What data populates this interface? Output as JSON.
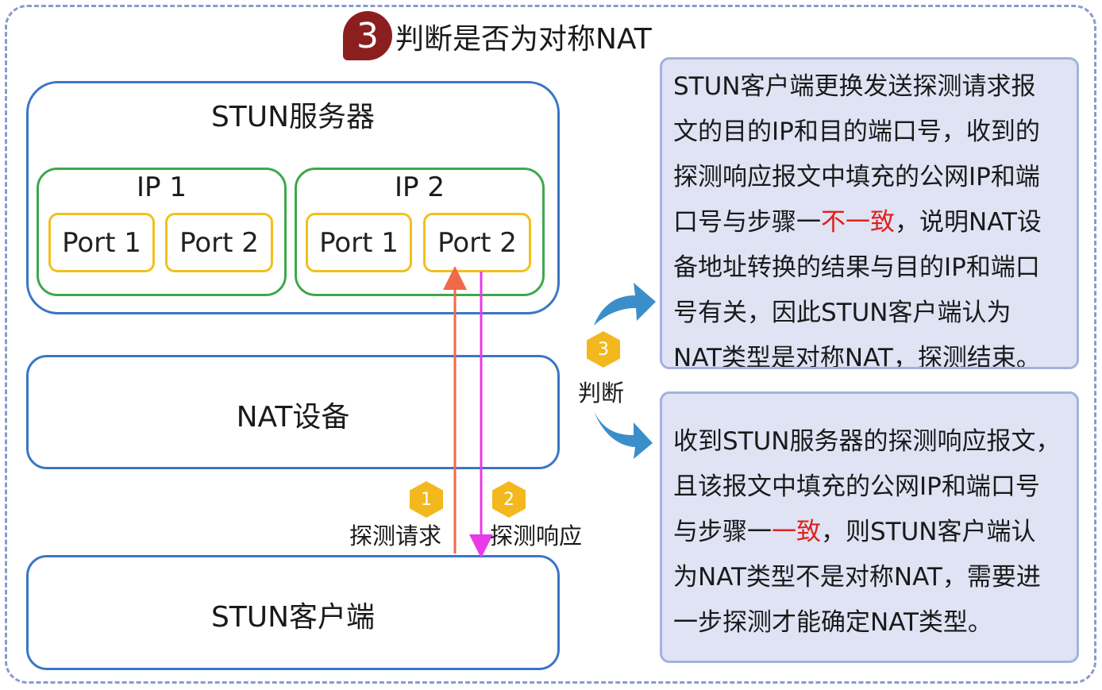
{
  "title": {
    "step_number": "3",
    "text": "判断是否为对称NAT"
  },
  "server": {
    "label": "STUN服务器",
    "ips": [
      {
        "label": "IP 1",
        "ports": [
          "Port 1",
          "Port 2"
        ]
      },
      {
        "label": "IP 2",
        "ports": [
          "Port 1",
          "Port 2"
        ]
      }
    ]
  },
  "nat": {
    "label": "NAT设备"
  },
  "client": {
    "label": "STUN客户端"
  },
  "arrows": {
    "request": {
      "number": "1",
      "label": "探测请求",
      "color": "#f06a4a"
    },
    "response": {
      "number": "2",
      "label": "探测响应",
      "color": "#e83ae8"
    },
    "judge": {
      "number": "3",
      "label": "判断"
    }
  },
  "notes": {
    "symmetric": {
      "lines": [
        [
          "STUN客户端更换发送探测请求报"
        ],
        [
          "文的目的IP和目的端口号，收到的"
        ],
        [
          "探测响应报文中填充的公网IP和端"
        ],
        [
          "口号与步骤一",
          "不一致",
          "，说明NAT设"
        ],
        [
          "备地址转换的结果与目的IP和端口"
        ],
        [
          "号有关，因此STUN客户端认为"
        ],
        [
          "NAT类型是对称NAT，探测结束。"
        ]
      ]
    },
    "non_symmetric": {
      "lines": [
        [
          "收到STUN服务器的探测响应报文，"
        ],
        [
          "且该报文中填充的公网IP和端口号"
        ],
        [
          "与步骤一",
          "一致",
          "，则STUN客户端认"
        ],
        [
          "为NAT类型不是对称NAT，需要进"
        ],
        [
          "一步探测才能确定NAT类型。"
        ]
      ]
    }
  }
}
